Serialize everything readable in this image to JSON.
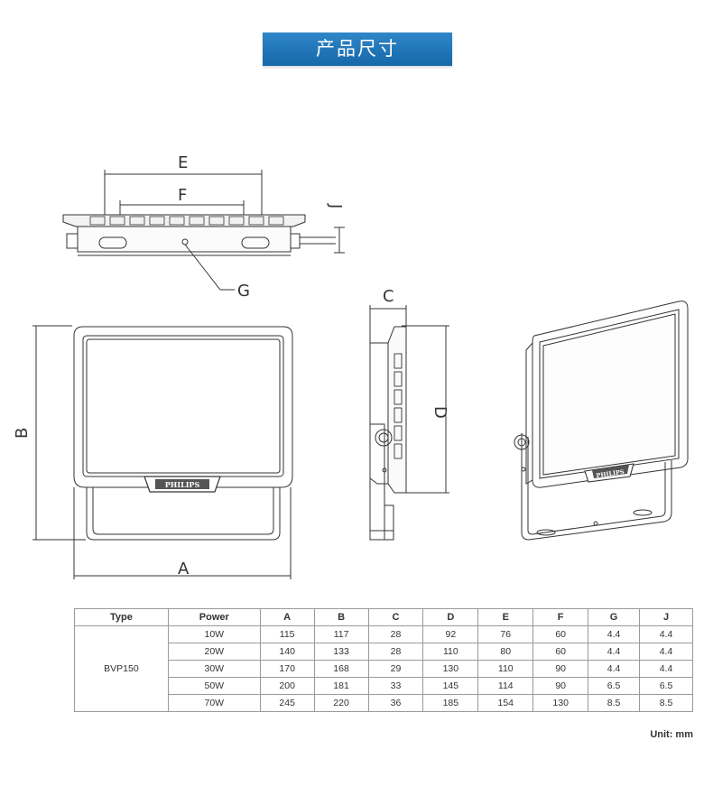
{
  "header": {
    "title": "产品尺寸"
  },
  "dimension_labels": {
    "A": "A",
    "B": "B",
    "C": "C",
    "D": "D",
    "E": "E",
    "F": "F",
    "G": "G",
    "J": "J"
  },
  "brand": "PHILIPS",
  "table": {
    "columns": [
      "Type",
      "Power",
      "A",
      "B",
      "C",
      "D",
      "E",
      "F",
      "G",
      "J"
    ],
    "type_value": "BVP150",
    "rows": [
      [
        "10W",
        "115",
        "117",
        "28",
        "92",
        "76",
        "60",
        "4.4",
        "4.4"
      ],
      [
        "20W",
        "140",
        "133",
        "28",
        "110",
        "80",
        "60",
        "4.4",
        "4.4"
      ],
      [
        "30W",
        "170",
        "168",
        "29",
        "130",
        "110",
        "90",
        "4.4",
        "4.4"
      ],
      [
        "50W",
        "200",
        "181",
        "33",
        "145",
        "114",
        "90",
        "6.5",
        "6.5"
      ],
      [
        "70W",
        "245",
        "220",
        "36",
        "185",
        "154",
        "130",
        "8.5",
        "8.5"
      ]
    ],
    "unit": "Unit: mm"
  }
}
